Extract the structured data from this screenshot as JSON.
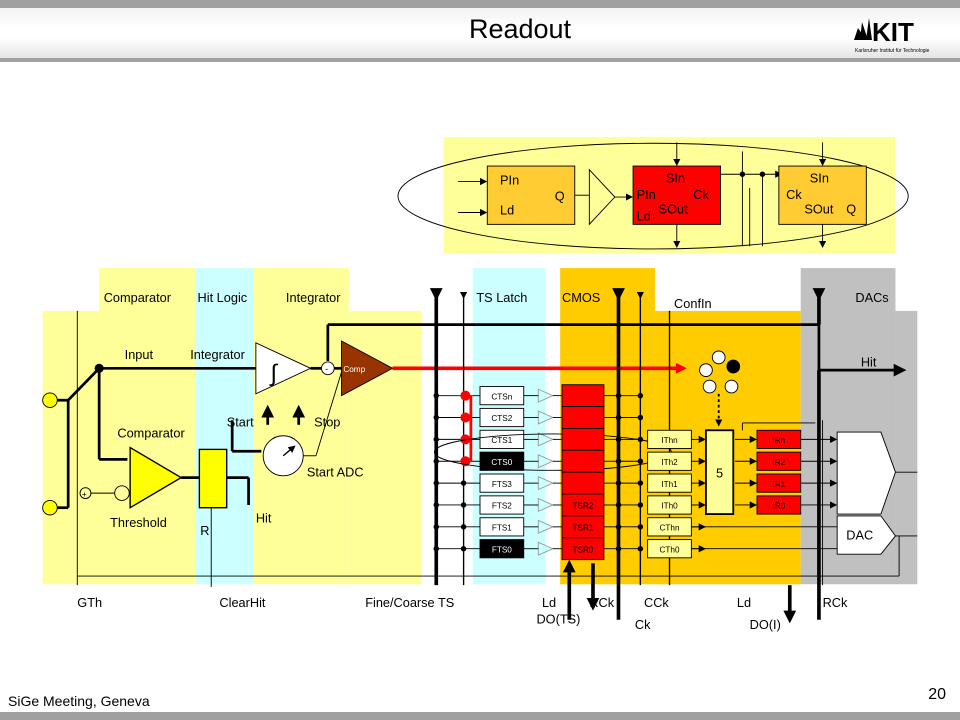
{
  "title": "Readout",
  "logo_text": "KIT",
  "logo_subtext": "Karlsruher Institut für Technologie",
  "footer": "SiGe Meeting, Geneva",
  "page_number": "20",
  "sections": {
    "comparator": "Comparator",
    "hit_logic": "Hit Logic",
    "integrator": "Integrator",
    "ts_latch": "TS Latch",
    "cmos": "CMOS",
    "dacs": "DACs",
    "confin": "ConfIn"
  },
  "inset": {
    "reg1_pin": "PIn",
    "reg1_q": "Q",
    "reg1_ld": "Ld",
    "reg2_sin": "SIn",
    "reg2_pin": "PIn",
    "reg2_ck": "Ck",
    "reg2_ld": "Ld",
    "reg2_sout": "SOut",
    "reg3_sin": "SIn",
    "reg3_ck": "Ck",
    "reg3_sout": "SOut",
    "reg3_q": "Q"
  },
  "analog": {
    "input": "Input",
    "integrator": "Integrator",
    "comp": "Comp",
    "minus": "-",
    "plus": "+",
    "comparator": "Comparator",
    "threshold": "Threshold",
    "r": "R",
    "hit": "Hit",
    "start": "Start",
    "stop": "Stop",
    "start_adc": "Start ADC",
    "integral": "∫"
  },
  "ts_cells": [
    "CTSn",
    "CTS2",
    "CTS1",
    "CTS0",
    "FTS3",
    "FTS2",
    "FTS1",
    "FTS0"
  ],
  "tsr_cells": [
    "TSR2",
    "TSR1",
    "TSR0"
  ],
  "ith_cells": [
    "IThn",
    "ITh2",
    "ITh1",
    "ITh0",
    "CThn",
    "CTh0"
  ],
  "ir_cells": [
    "IRn",
    "IR2",
    "IR1",
    "IR0"
  ],
  "mux_label": "5",
  "dac_label": "DAC",
  "hit_out": "Hit",
  "bottom": {
    "gth": "GTh",
    "clearhit": "ClearHit",
    "fine_coarse": "Fine/Coarse TS",
    "ld1": "Ld",
    "rck1": "RCk",
    "dots": "DO(TS)",
    "cck": "CCk",
    "ck": "Ck",
    "ld2": "Ld",
    "doi": "DO(I)",
    "rck2": "RCk"
  },
  "colors": {
    "yellow_light": "#ffff99",
    "cyan_light": "#ccffff",
    "orange": "#ffcc00",
    "gray": "#c0c0c0",
    "red": "#ff0000",
    "comp_brown": "#993300",
    "inset_orange": "#ffcc33"
  }
}
